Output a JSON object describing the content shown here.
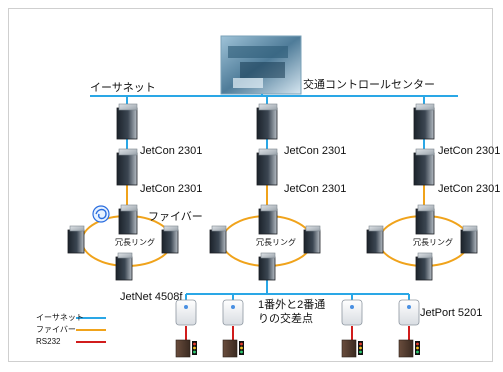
{
  "header": {
    "control_center_label": "交通コントロールセンター",
    "ethernet_label": "イーサネット"
  },
  "columns": [
    {
      "switch1_label": "JetCon 2301",
      "switch2_label": "JetCon 2301",
      "ring_label": "冗長リング",
      "fiber_label": "ファイバー",
      "bottom_label": "JetNet 4508f"
    },
    {
      "switch1_label": "JetCon 2301",
      "switch2_label": "JetCon 2301",
      "ring_label": "冗長リング"
    },
    {
      "switch1_label": "JetCon 2301",
      "switch2_label": "JetCon 2301",
      "ring_label": "冗長リング"
    }
  ],
  "bottom": {
    "intersection_label_line1": "1番外と2番通",
    "intersection_label_line2": "りの交差点",
    "port_label": "JetPort 5201"
  },
  "legend": {
    "items": [
      {
        "label": "イーサネット",
        "color": "#2aa7e6"
      },
      {
        "label": "ファイバー",
        "color": "#f0a31b"
      },
      {
        "label": "RS232",
        "color": "#d11c1c"
      }
    ]
  },
  "colors": {
    "ethernet": "#2aa7e6",
    "fiber": "#f0a31b",
    "rs232": "#d11c1c"
  }
}
